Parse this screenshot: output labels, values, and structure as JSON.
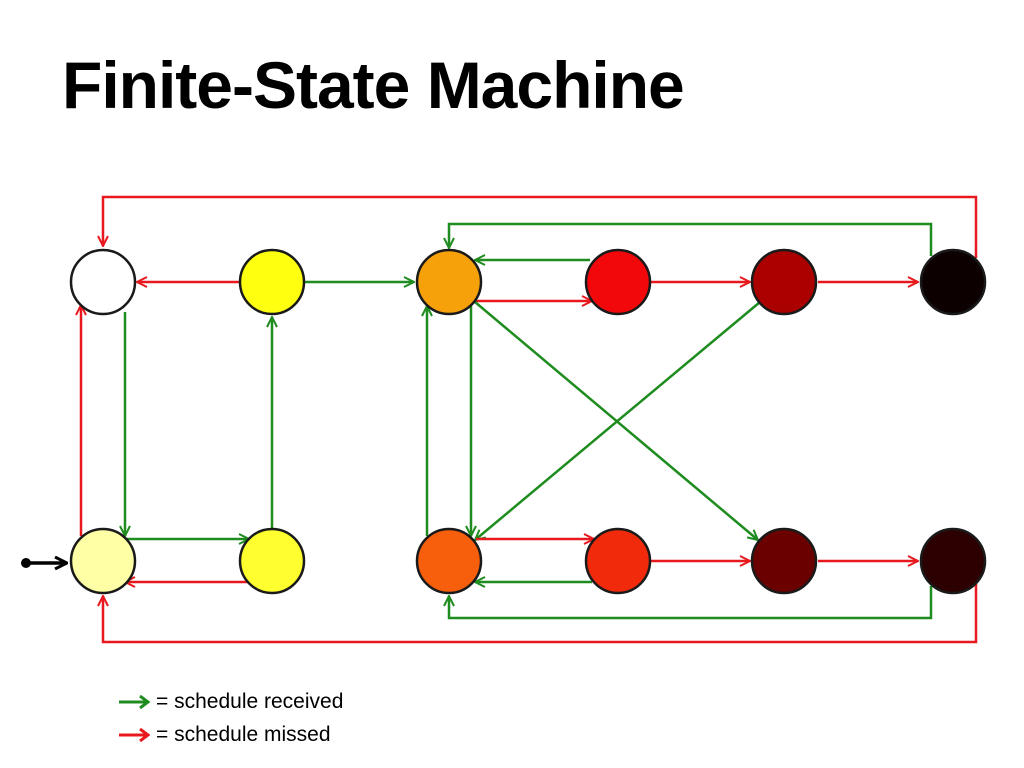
{
  "title": "Finite-State Machine",
  "colors": {
    "received": "#1e8c1e",
    "missed": "#e8191e",
    "outline": "#1a1a1a"
  },
  "states": [
    {
      "id": "t0",
      "row": "top",
      "col": 0,
      "fill": "#ffffff"
    },
    {
      "id": "t1",
      "row": "top",
      "col": 1,
      "fill": "#ffff10"
    },
    {
      "id": "t2",
      "row": "top",
      "col": 2,
      "fill": "#f7a10a"
    },
    {
      "id": "t3",
      "row": "top",
      "col": 3,
      "fill": "#f2080a"
    },
    {
      "id": "t4",
      "row": "top",
      "col": 4,
      "fill": "#aa0000"
    },
    {
      "id": "t5",
      "row": "top",
      "col": 5,
      "fill": "#0c0000"
    },
    {
      "id": "b0",
      "row": "bottom",
      "col": 0,
      "fill": "#ffffa6"
    },
    {
      "id": "b1",
      "row": "bottom",
      "col": 1,
      "fill": "#ffff30"
    },
    {
      "id": "b2",
      "row": "bottom",
      "col": 2,
      "fill": "#f75f0c"
    },
    {
      "id": "b3",
      "row": "bottom",
      "col": 3,
      "fill": "#f12a0c"
    },
    {
      "id": "b4",
      "row": "bottom",
      "col": 4,
      "fill": "#6a0000"
    },
    {
      "id": "b5",
      "row": "bottom",
      "col": 5,
      "fill": "#2c0000"
    }
  ],
  "initial_state": "b0",
  "transitions": [
    {
      "from": "t1",
      "to": "t0",
      "type": "missed"
    },
    {
      "from": "t1",
      "to": "t2",
      "type": "received"
    },
    {
      "from": "t2",
      "to": "t3",
      "type": "missed"
    },
    {
      "from": "t3",
      "to": "t2",
      "type": "received"
    },
    {
      "from": "t3",
      "to": "t4",
      "type": "missed"
    },
    {
      "from": "t4",
      "to": "t5",
      "type": "missed"
    },
    {
      "from": "t5",
      "to": "t0",
      "type": "missed"
    },
    {
      "from": "t5",
      "to": "t2",
      "type": "received"
    },
    {
      "from": "t0",
      "to": "b0",
      "type": "received"
    },
    {
      "from": "b0",
      "to": "t0",
      "type": "missed"
    },
    {
      "from": "b1",
      "to": "t1",
      "type": "received"
    },
    {
      "from": "b0",
      "to": "b1",
      "type": "received"
    },
    {
      "from": "b1",
      "to": "b0",
      "type": "missed"
    },
    {
      "from": "b2",
      "to": "t2",
      "type": "received"
    },
    {
      "from": "t2",
      "to": "b2",
      "type": "received"
    },
    {
      "from": "t2",
      "to": "b4",
      "type": "received"
    },
    {
      "from": "t4",
      "to": "b2",
      "type": "received"
    },
    {
      "from": "b2",
      "to": "b3",
      "type": "missed"
    },
    {
      "from": "b3",
      "to": "b2",
      "type": "received"
    },
    {
      "from": "b3",
      "to": "b4",
      "type": "missed"
    },
    {
      "from": "b4",
      "to": "b5",
      "type": "missed"
    },
    {
      "from": "b5",
      "to": "b0",
      "type": "missed"
    },
    {
      "from": "b5",
      "to": "b2",
      "type": "received"
    }
  ],
  "legend": [
    {
      "type": "received",
      "label": "= schedule received"
    },
    {
      "type": "missed",
      "label": "= schedule missed"
    }
  ]
}
